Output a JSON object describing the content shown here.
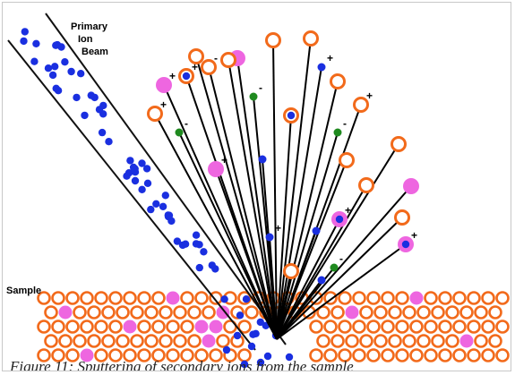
{
  "labels": {
    "beam_line1": "Primary",
    "beam_line2": "Ion",
    "beam_line3": "Beam",
    "sample": "Sample"
  },
  "caption": "Figure 11: Sputtering of secondary ions from the sample",
  "colors": {
    "primary_ion": "#1a2fe0",
    "sputtered_atom": "#f26a1b",
    "positive_ion": "#ee66e0",
    "negative_ion": "#1f8a1f",
    "trajectory": "#000000"
  }
}
